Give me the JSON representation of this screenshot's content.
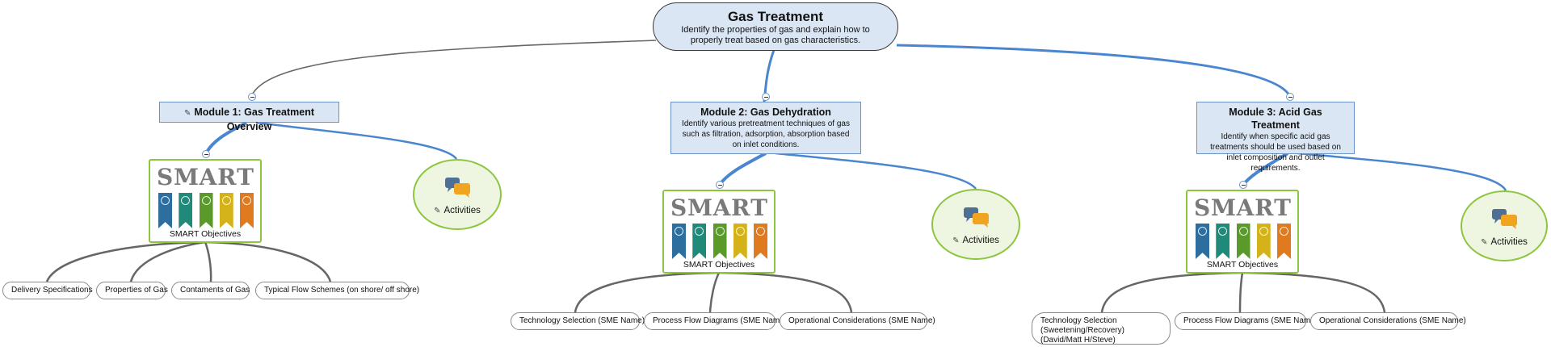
{
  "root": {
    "title": "Gas Treatment",
    "description": "Identify the properties of gas and explain how to properly treat based on gas characteristics."
  },
  "modules": [
    {
      "title": "Module 1: Gas Treatment Overview",
      "description": "",
      "smart": {
        "letters": [
          "S",
          "M",
          "A",
          "R",
          "T"
        ],
        "caption": "SMART Objectives"
      },
      "activities": "Activities",
      "leaves": [
        "Delivery Specifications",
        "Properties of Gas",
        "Contaments of Gas",
        "Typical Flow Schemes (on shore/ off shore)"
      ]
    },
    {
      "title": "Module 2: Gas Dehydration",
      "description": "Identify various pretreatment techniques of gas such as filtration, adsorption, absorption based on inlet conditions.",
      "smart": {
        "letters": [
          "S",
          "M",
          "A",
          "R",
          "T"
        ],
        "caption": "SMART Objectives"
      },
      "activities": "Activities",
      "leaves": [
        "Technology Selection  (SME Name)",
        "Process Flow Diagrams (SME Name)",
        "Operational Considerations (SME Name)"
      ]
    },
    {
      "title": "Module 3: Acid Gas Treatment",
      "description": "Identify when specific acid gas treatments should be used based on inlet composition and outlet requirements.",
      "smart": {
        "letters": [
          "S",
          "M",
          "A",
          "R",
          "T"
        ],
        "caption": "SMART Objectives"
      },
      "activities": "Activities",
      "leaves": [
        "Technology Selection (Sweetening/Recovery) (David/Matt H/Steve)",
        "Process Flow Diagrams (SME Name)",
        "Operational Considerations (SME Name)"
      ]
    }
  ],
  "colors": {
    "module_fill": "#dbe6f4",
    "link_blue": "#4a86d0",
    "link_gray": "#666666",
    "smart_border": "#8cc63f",
    "ribbons": [
      "#2e6e9e",
      "#1f8a7a",
      "#5a9a2a",
      "#d4b21a",
      "#e07a1e"
    ]
  }
}
